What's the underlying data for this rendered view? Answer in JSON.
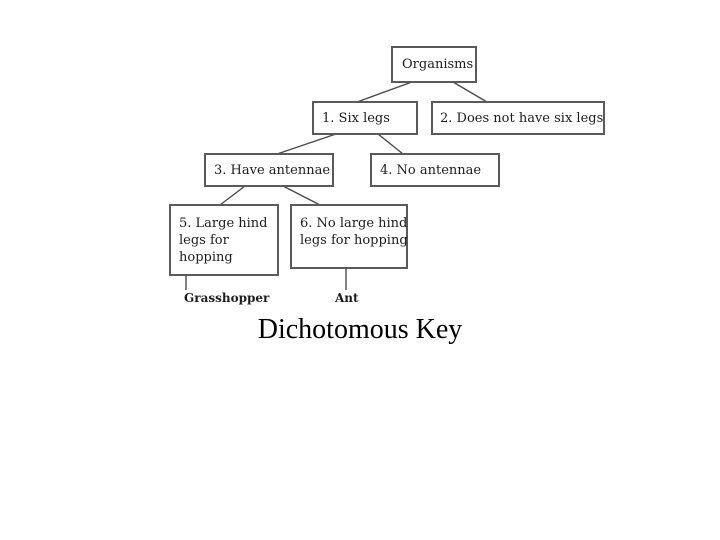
{
  "diagram": {
    "nodes": {
      "root": {
        "lines": [
          "Organisms"
        ]
      },
      "six_legs": {
        "lines": [
          "1. Six legs"
        ]
      },
      "not_six_legs": {
        "lines": [
          "2. Does not have six legs"
        ]
      },
      "antennae": {
        "lines": [
          "3. Have antennae"
        ]
      },
      "no_antennae": {
        "lines": [
          "4. No antennae"
        ]
      },
      "large_hind": {
        "lines": [
          "5. Large hind",
          "legs for",
          "hopping"
        ]
      },
      "no_large_hind": {
        "lines": [
          "6. No large hind",
          "legs for hopping"
        ]
      }
    },
    "leaves": {
      "grasshopper": "Grasshopper",
      "ant": "Ant"
    }
  },
  "caption": "Dichotomous Key"
}
